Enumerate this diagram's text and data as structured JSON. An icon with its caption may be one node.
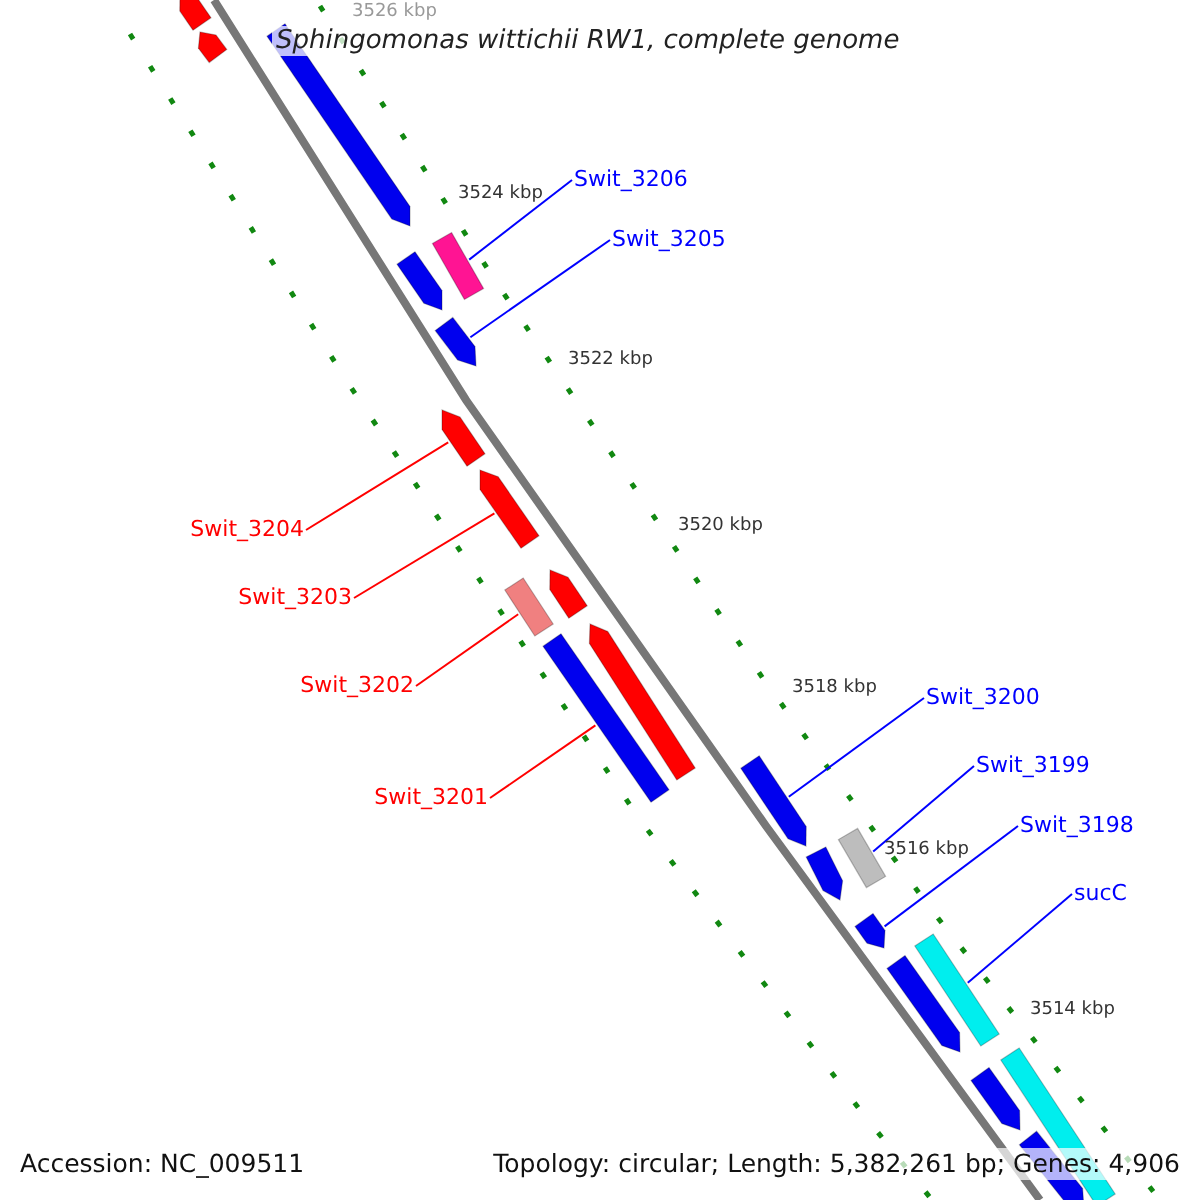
{
  "diagram": {
    "title": "Sphingomonas wittichii RW1, complete genome",
    "nodes": [
      {
        "text": [
          "Swit_3206"
        ]
      },
      {
        "text": [
          "Swit_3205"
        ]
      },
      {
        "text": [
          "Swit_3204"
        ]
      },
      {
        "text": [
          "Swit_3203"
        ]
      },
      {
        "text": [
          "Swit_3202"
        ]
      },
      {
        "text": [
          "Swit_3201"
        ]
      },
      {
        "text": [
          "Swit_3200"
        ]
      },
      {
        "text": [
          "Swit_3199"
        ]
      },
      {
        "text": [
          "Swit_3198"
        ]
      },
      {
        "text": [
          "sucC"
        ]
      },
      {
        "text": [],
        "shape": "bar"
      },
      {
        "text": [],
        "shape": "bar"
      },
      {
        "text": [],
        "shape": "bar"
      },
      {
        "text": [],
        "shape": "bar"
      },
      {
        "text": [],
        "shape": "bar"
      },
      {
        "text": [],
        "shape": "bar"
      },
      {
        "text": [],
        "shape": "bar"
      },
      {
        "text": [],
        "shape": "bar"
      },
      {
        "text": [],
        "shape": "bar"
      },
      {
        "text": [],
        "shape": "bar"
      },
      {
        "text": [],
        "shape": "bar"
      },
      {
        "text": [],
        "shape": "bar"
      },
      {
        "text": [],
        "shape": "bar"
      },
      {
        "text": [],
        "shape": "bar"
      },
      {
        "text": [],
        "shape": "bar"
      },
      {
        "text": [],
        "shape": "bar"
      },
      {
        "text": [],
        "shape": "bar"
      },
      {
        "text": [],
        "shape": "bar"
      },
      {
        "text": [],
        "shape": "bar"
      },
      {
        "text": [],
        "shape": "bar"
      },
      {
        "text": [],
        "shape": "bar"
      }
    ],
    "edges": [
      {
        "from": 0,
        "to": 13,
        "arrow": "none"
      },
      {
        "from": 1,
        "to": 15,
        "arrow": "none"
      },
      {
        "from": 2,
        "to": 16,
        "arrow": "none",
        "color": "#ff0000"
      },
      {
        "from": 3,
        "to": 17,
        "arrow": "none",
        "color": "#ff0000"
      },
      {
        "from": 4,
        "to": 18,
        "arrow": "none",
        "color": "#ff0000"
      },
      {
        "from": 5,
        "to": 21,
        "arrow": "none",
        "color": "#ff0000"
      },
      {
        "from": 6,
        "to": 22,
        "arrow": "none"
      },
      {
        "from": 7,
        "to": 23,
        "arrow": "none"
      },
      {
        "from": 8,
        "to": 25,
        "arrow": "none"
      },
      {
        "from": 9,
        "to": 26,
        "arrow": "none"
      }
    ],
    "labels": [
      "3526 kbp",
      "3524 kbp",
      "3522 kbp",
      "3520 kbp",
      "3518 kbp",
      "3516 kbp",
      "3514 kbp",
      "Accession: NC_009511",
      "Topology: circular; Length: 5,382,261 bp; Genes: 4,906"
    ]
  }
}
